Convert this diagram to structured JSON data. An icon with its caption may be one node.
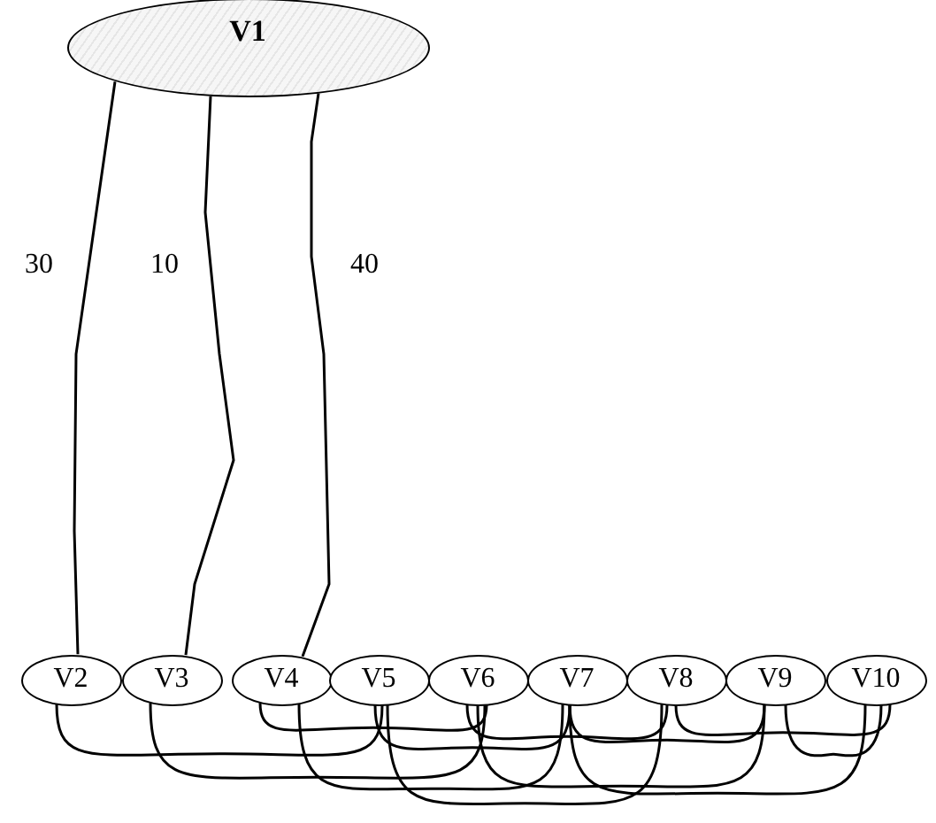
{
  "diagram": {
    "nodes": [
      {
        "text": [
          "V1"
        ]
      },
      {
        "text": [
          "V2"
        ]
      },
      {
        "text": [
          "V3"
        ]
      },
      {
        "text": [
          "V4"
        ]
      },
      {
        "text": [
          "V5"
        ]
      },
      {
        "text": [
          "V6"
        ]
      },
      {
        "text": [
          "V7"
        ]
      },
      {
        "text": [
          "V8"
        ]
      },
      {
        "text": [
          "V9"
        ]
      },
      {
        "text": [
          "V10"
        ]
      }
    ],
    "edges": [
      {
        "from": 0,
        "to": 1,
        "arrow": "none",
        "label": "30"
      },
      {
        "from": 0,
        "to": 2,
        "arrow": "none",
        "label": "10"
      },
      {
        "from": 0,
        "to": 3,
        "arrow": "none",
        "label": "40"
      },
      {
        "from": 1,
        "to": 4,
        "arrow": "none"
      },
      {
        "from": 2,
        "to": 5,
        "arrow": "none"
      },
      {
        "from": 3,
        "to": 5,
        "arrow": "none"
      },
      {
        "from": 3,
        "to": 6,
        "arrow": "none"
      },
      {
        "from": 4,
        "to": 6,
        "arrow": "none"
      },
      {
        "from": 4,
        "to": 7,
        "arrow": "none"
      },
      {
        "from": 5,
        "to": 7,
        "arrow": "none"
      },
      {
        "from": 5,
        "to": 8,
        "arrow": "none"
      },
      {
        "from": 6,
        "to": 8,
        "arrow": "none"
      },
      {
        "from": 6,
        "to": 9,
        "arrow": "none"
      },
      {
        "from": 7,
        "to": 9,
        "arrow": "none"
      },
      {
        "from": 8,
        "to": 9,
        "arrow": "none"
      }
    ]
  }
}
